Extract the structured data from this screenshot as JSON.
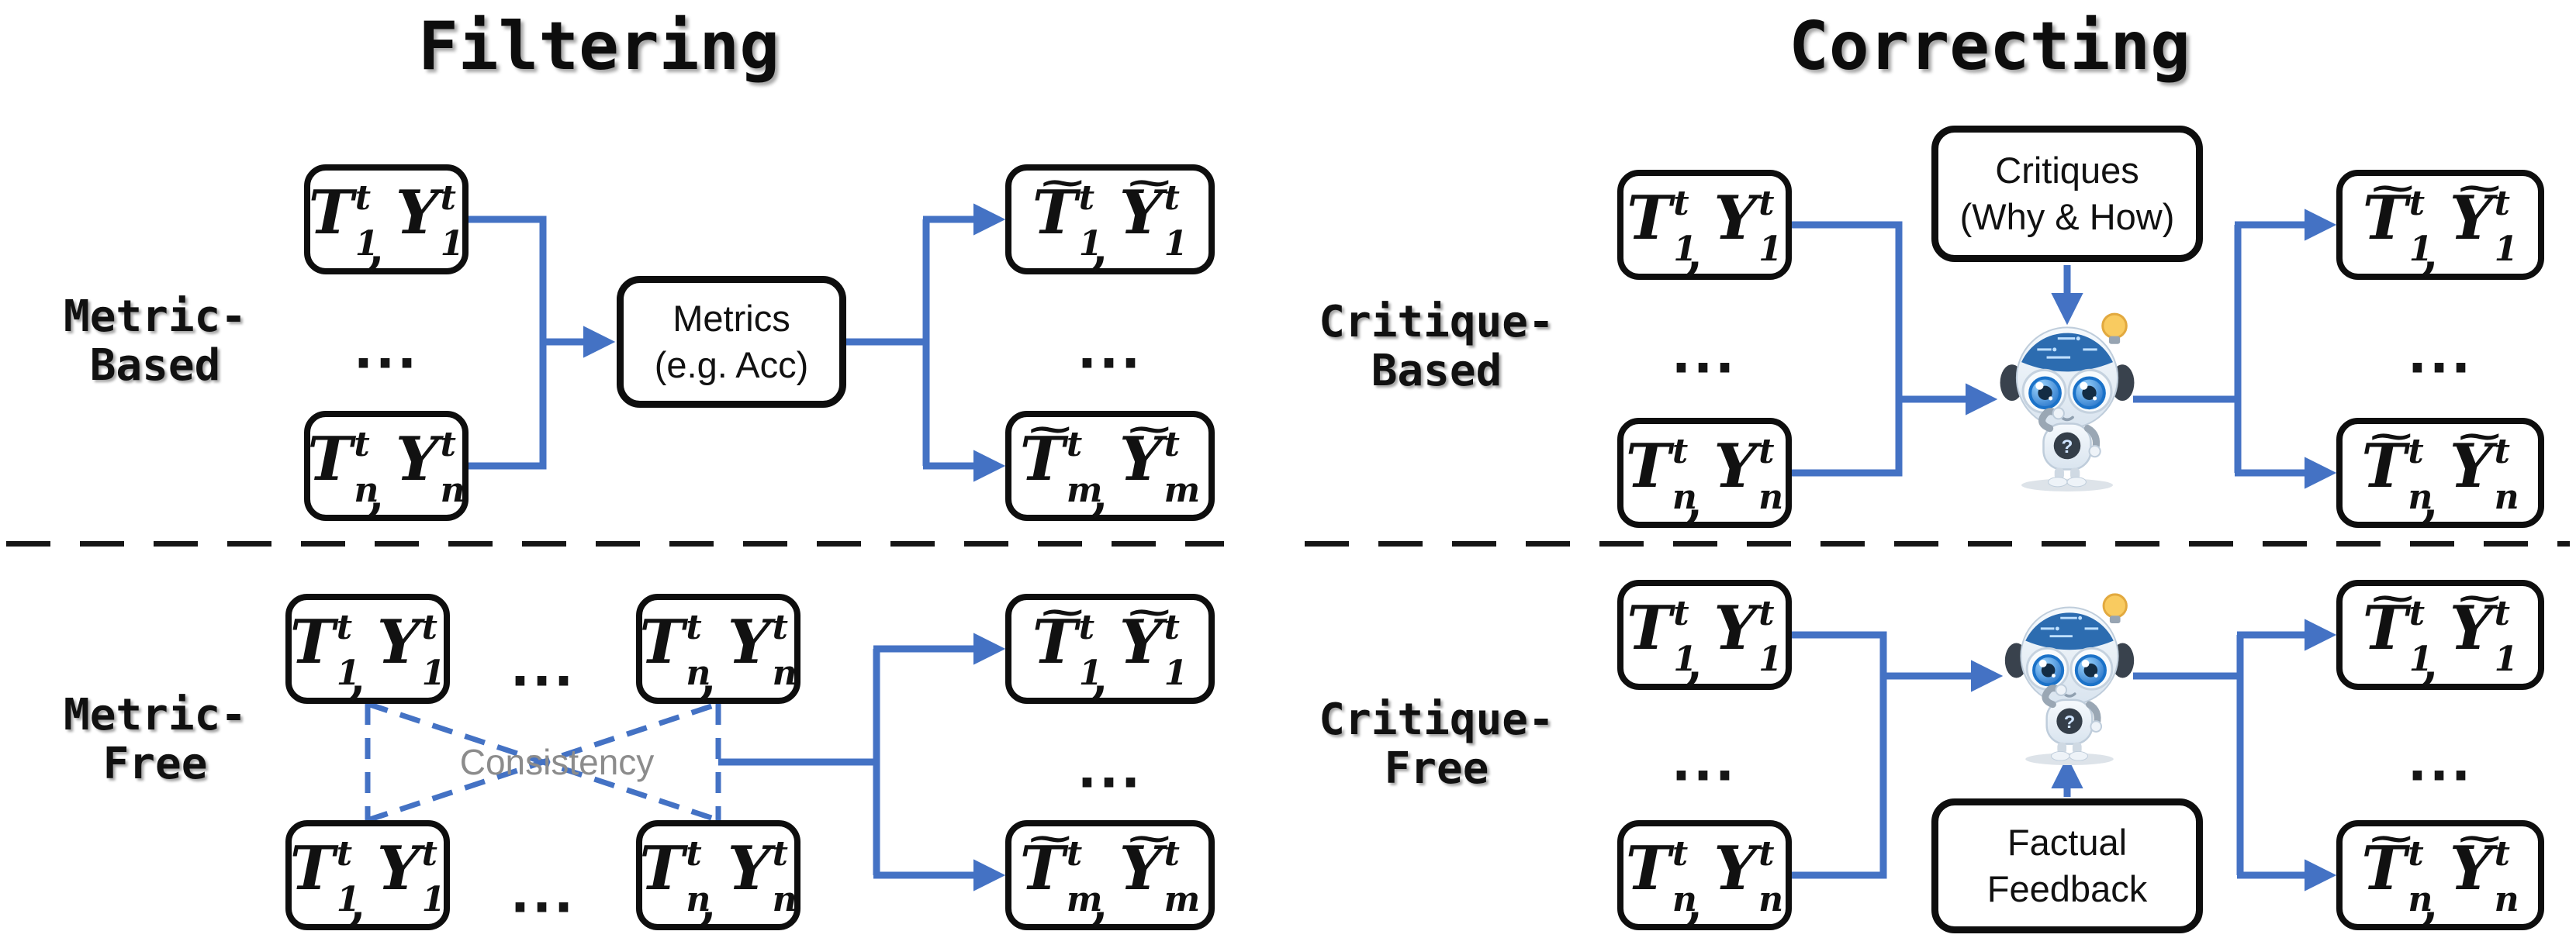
{
  "titles": {
    "filtering": "Filtering",
    "correcting": "Correcting"
  },
  "math": {
    "t_letter": "T",
    "y_letter": "Y",
    "sup": "t",
    "tilde": "~",
    "comma": ",",
    "dots": "..."
  },
  "metric_based": {
    "label_line1": "Metric-",
    "label_line2": "Based",
    "input_subs": [
      "1",
      "n"
    ],
    "output_subs": [
      "1",
      "m"
    ],
    "process_box": {
      "line1": "Metrics",
      "line2": "(e.g. Acc)"
    }
  },
  "metric_free": {
    "label_line1": "Metric-",
    "label_line2": "Free",
    "top_row_subs": [
      "1",
      "n"
    ],
    "bottom_row_subs": [
      "1",
      "n"
    ],
    "output_subs": [
      "1",
      "m"
    ],
    "consistency_label": "Consistency"
  },
  "critique_based": {
    "label_line1": "Critique-",
    "label_line2": "Based",
    "input_subs": [
      "1",
      "n"
    ],
    "output_subs": [
      "1",
      "n"
    ],
    "critique_box": {
      "line1": "Critiques",
      "line2": "(Why & How)"
    }
  },
  "critique_free": {
    "label_line1": "Critique-",
    "label_line2": "Free",
    "input_subs": [
      "1",
      "n"
    ],
    "output_subs": [
      "1",
      "n"
    ],
    "feedback_box": {
      "line1": "Factual",
      "line2": "Feedback"
    }
  },
  "colors": {
    "connector_blue": "#4472C4",
    "consistency_gray": "#8c8c8c",
    "box_border": "#0e0e0e"
  },
  "icons": {
    "robot": "robot-thinking-icon",
    "lightbulb": "lightbulb-icon"
  }
}
